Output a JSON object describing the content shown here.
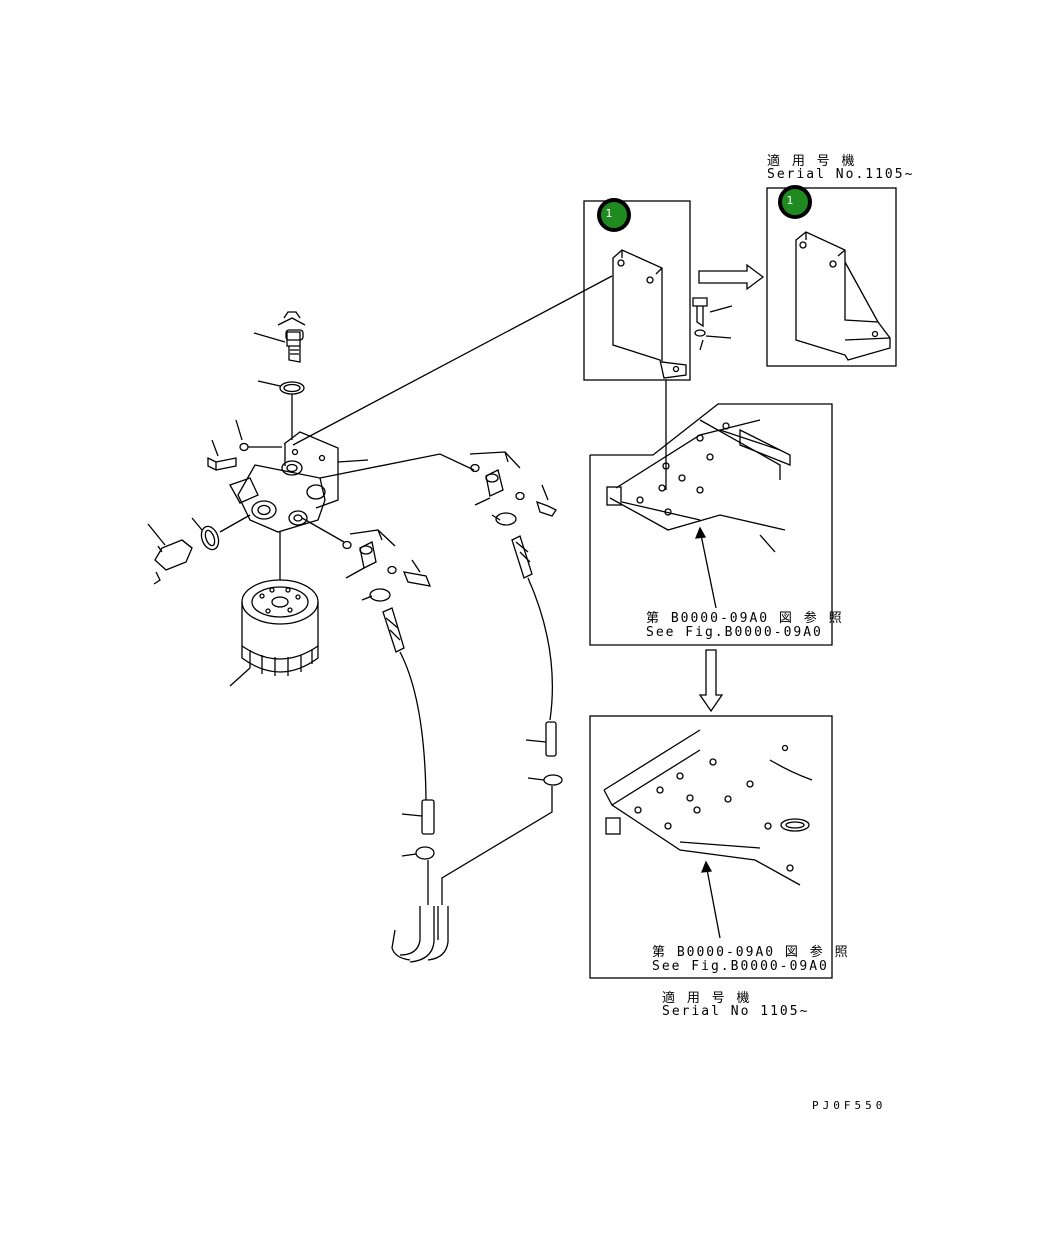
{
  "callouts": [
    {
      "id": "bracket-callout",
      "label": "1"
    },
    {
      "id": "bracket-new-callout",
      "label": "1"
    }
  ],
  "serial_note_top": {
    "jp": "適 用 号 機",
    "en": "Serial No.1105~"
  },
  "serial_note_bottom": {
    "jp": "適 用 号 機",
    "en": "Serial No 1105~"
  },
  "ref_note_1": {
    "jp": "第 B0000-09A0 図 参 照",
    "en": "See Fig.B0000-09A0"
  },
  "ref_note_2": {
    "jp": "第 B0000-09A0 図 参 照",
    "en": "See Fig.B0000-09A0"
  },
  "drawing_code": "PJ0F550",
  "colors": {
    "callout_fill": "#1f8a1f",
    "line": "#000000"
  }
}
